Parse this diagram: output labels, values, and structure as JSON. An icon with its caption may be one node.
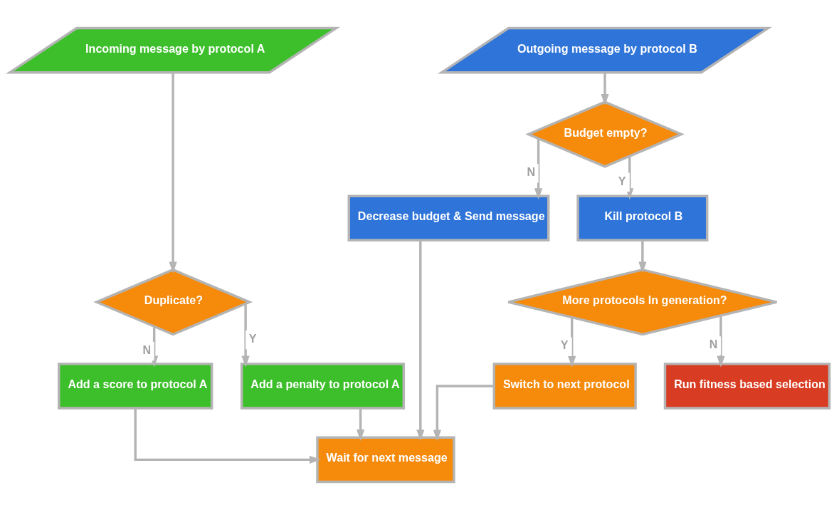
{
  "diagram": {
    "nodes": [
      {
        "text": [
          "Incoming message by protocol A"
        ]
      },
      {
        "text": [
          "Duplicate?"
        ]
      },
      {
        "text": [
          "Add a score to protocol A"
        ]
      },
      {
        "text": [
          "Add a penalty to protocol A"
        ]
      },
      {
        "text": [
          "Outgoing message by protocol B"
        ]
      },
      {
        "text": [
          "Budget empty?"
        ]
      },
      {
        "text": [
          "Decrease budget & Send message"
        ]
      },
      {
        "text": [
          "Kill protocol B"
        ]
      },
      {
        "text": [
          "More protocols In generation?"
        ]
      },
      {
        "text": [
          "Switch to next protocol"
        ]
      },
      {
        "text": [
          "Run fitness based selection"
        ]
      },
      {
        "text": [
          "Wait for next message"
        ]
      }
    ],
    "edges": [
      {
        "from": 0,
        "to": 1,
        "arrow": "to"
      },
      {
        "from": 1,
        "to": 2,
        "arrow": "to",
        "label": "N"
      },
      {
        "from": 1,
        "to": 3,
        "arrow": "to",
        "label": "Y"
      },
      {
        "from": 2,
        "to": 11,
        "arrow": "to"
      },
      {
        "from": 3,
        "to": 11,
        "arrow": "to"
      },
      {
        "from": 4,
        "to": 5,
        "arrow": "to"
      },
      {
        "from": 5,
        "to": 6,
        "arrow": "to",
        "label": "N"
      },
      {
        "from": 5,
        "to": 7,
        "arrow": "to",
        "label": "Y"
      },
      {
        "from": 6,
        "to": 11,
        "arrow": "to"
      },
      {
        "from": 7,
        "to": 8,
        "arrow": "to"
      },
      {
        "from": 8,
        "to": 9,
        "arrow": "to",
        "label": "Y"
      },
      {
        "from": 8,
        "to": 10,
        "arrow": "to",
        "label": "N"
      },
      {
        "from": 9,
        "to": 11,
        "arrow": "to"
      }
    ]
  }
}
